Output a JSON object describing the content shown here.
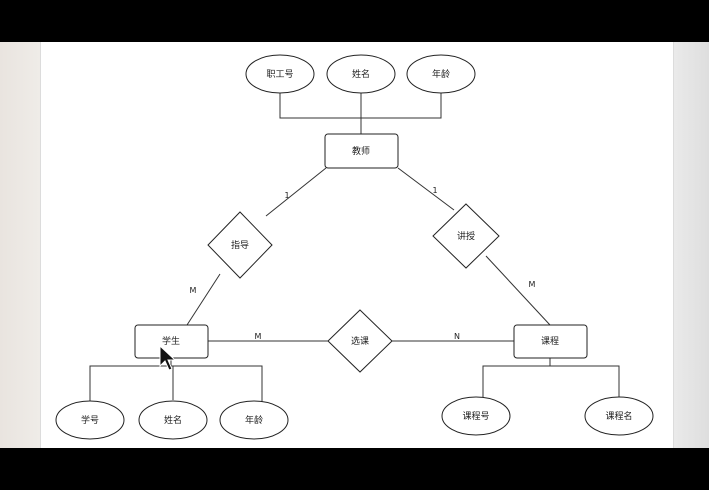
{
  "diagram": {
    "entities": {
      "teacher": "教师",
      "student": "学生",
      "course": "课程"
    },
    "relationships": {
      "guide": "指导",
      "teach": "讲授",
      "select": "选课"
    },
    "attributes": {
      "teacher_id": "职工号",
      "teacher_name": "姓名",
      "teacher_age": "年龄",
      "student_id": "学号",
      "student_name": "姓名",
      "student_age": "年龄",
      "course_id": "课程号",
      "course_name": "课程名"
    },
    "cardinalities": {
      "teacher_guide": "1",
      "guide_student": "M",
      "teacher_teach": "1",
      "teach_course": "M",
      "student_select": "M",
      "select_course": "N"
    }
  }
}
